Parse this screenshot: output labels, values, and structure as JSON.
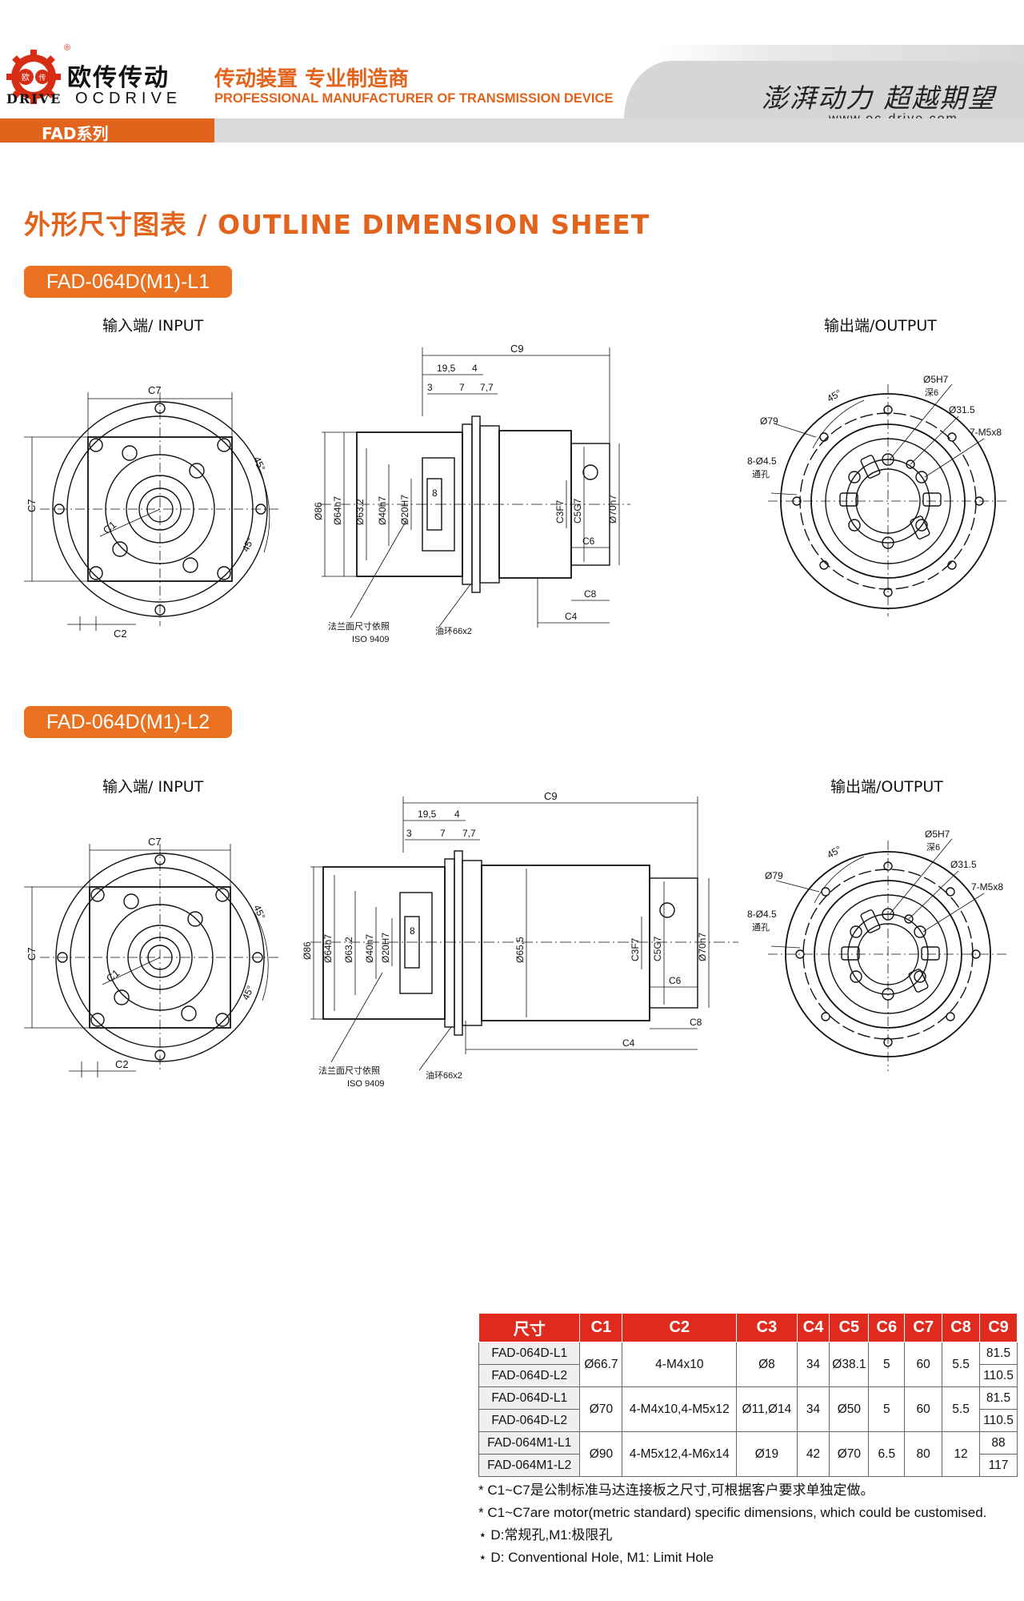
{
  "header": {
    "logo_cn": "欧传传动",
    "logo_drive": "DRIVE",
    "logo_ocdrive": "OCDRIVE",
    "logo_gear_cn_1": "欧",
    "logo_gear_cn_2": "传",
    "registered": "®",
    "tagline_cn": "传动装置 专业制造商",
    "tagline_en": "PROFESSIONAL MANUFACTURER OF TRANSMISSION DEVICE",
    "slogan": "澎湃动力 超越期望",
    "website": "www.oc-drive.com",
    "series": "FAD系列"
  },
  "title": "外形尺寸图表 / OUTLINE DIMENSION SHEET",
  "sections": [
    {
      "model": "FAD-064D(M1)-L1",
      "input_label": "输入端/ INPUT",
      "output_label": "输出端/OUTPUT"
    },
    {
      "model": "FAD-064D(M1)-L2",
      "input_label": "输入端/ INPUT",
      "output_label": "输出端/OUTPUT"
    }
  ],
  "labels": {
    "C1": "C1",
    "C2": "C2",
    "C3": "C3F7",
    "C4": "C4",
    "C5": "C5G7",
    "C6": "C6",
    "C7": "C7",
    "C8": "C8",
    "C9": "C9",
    "angle45": "45°",
    "d195": "19,5",
    "d4": "4",
    "d3": "3",
    "d7": "7",
    "d77": "7,7",
    "d8": "8",
    "d86": "Ø86",
    "d64": "Ø64h7",
    "d632": "Ø63.2",
    "d40": "Ø40h7",
    "d20": "Ø20H7",
    "d70": "Ø70h7",
    "d655": "Ø65,5",
    "flange_note": "法兰面尺寸依照",
    "iso": "ISO 9409",
    "oil_ring": "油环66x2",
    "d5h7": "Ø5H7",
    "depth6": "深6",
    "d315": "Ø31.5",
    "m5x8": "7-M5x8",
    "d79": "Ø79",
    "d45": "8-Ø4.5",
    "through": "通孔"
  },
  "table": {
    "headers": [
      "尺寸",
      "C1",
      "C2",
      "C3",
      "C4",
      "C5",
      "C6",
      "C7",
      "C8",
      "C9"
    ],
    "groups": [
      {
        "models": [
          "FAD-064D-L1",
          "FAD-064D-L2"
        ],
        "C1": "Ø66.7",
        "C2": "4-M4x10",
        "C3": "Ø8",
        "C4": "34",
        "C5": "Ø38.1",
        "C6": "5",
        "C7": "60",
        "C8": "5.5",
        "C9": [
          "81.5",
          "110.5"
        ]
      },
      {
        "models": [
          "FAD-064D-L1",
          "FAD-064D-L2"
        ],
        "C1": "Ø70",
        "C2": "4-M4x10,4-M5x12",
        "C3": "Ø11,Ø14",
        "C4": "34",
        "C5": "Ø50",
        "C6": "5",
        "C7": "60",
        "C8": "5.5",
        "C9": [
          "81.5",
          "110.5"
        ]
      },
      {
        "models": [
          "FAD-064M1-L1",
          "FAD-064M1-L2"
        ],
        "C1": "Ø90",
        "C2": "4-M5x12,4-M6x14",
        "C3": "Ø19",
        "C4": "42",
        "C5": "Ø70",
        "C6": "6.5",
        "C7": "80",
        "C8": "12",
        "C9": [
          "88",
          "117"
        ]
      }
    ]
  },
  "notes": [
    "* C1~C7是公制标准马达连接板之尺寸,可根据客户要求单独定做。",
    "* C1~C7are motor(metric standard)  specific dimensions, which could be customised.",
    "⋆ D:常规孔,M1:极限孔",
    "⋆ D: Conventional Hole, M1: Limit Hole"
  ]
}
